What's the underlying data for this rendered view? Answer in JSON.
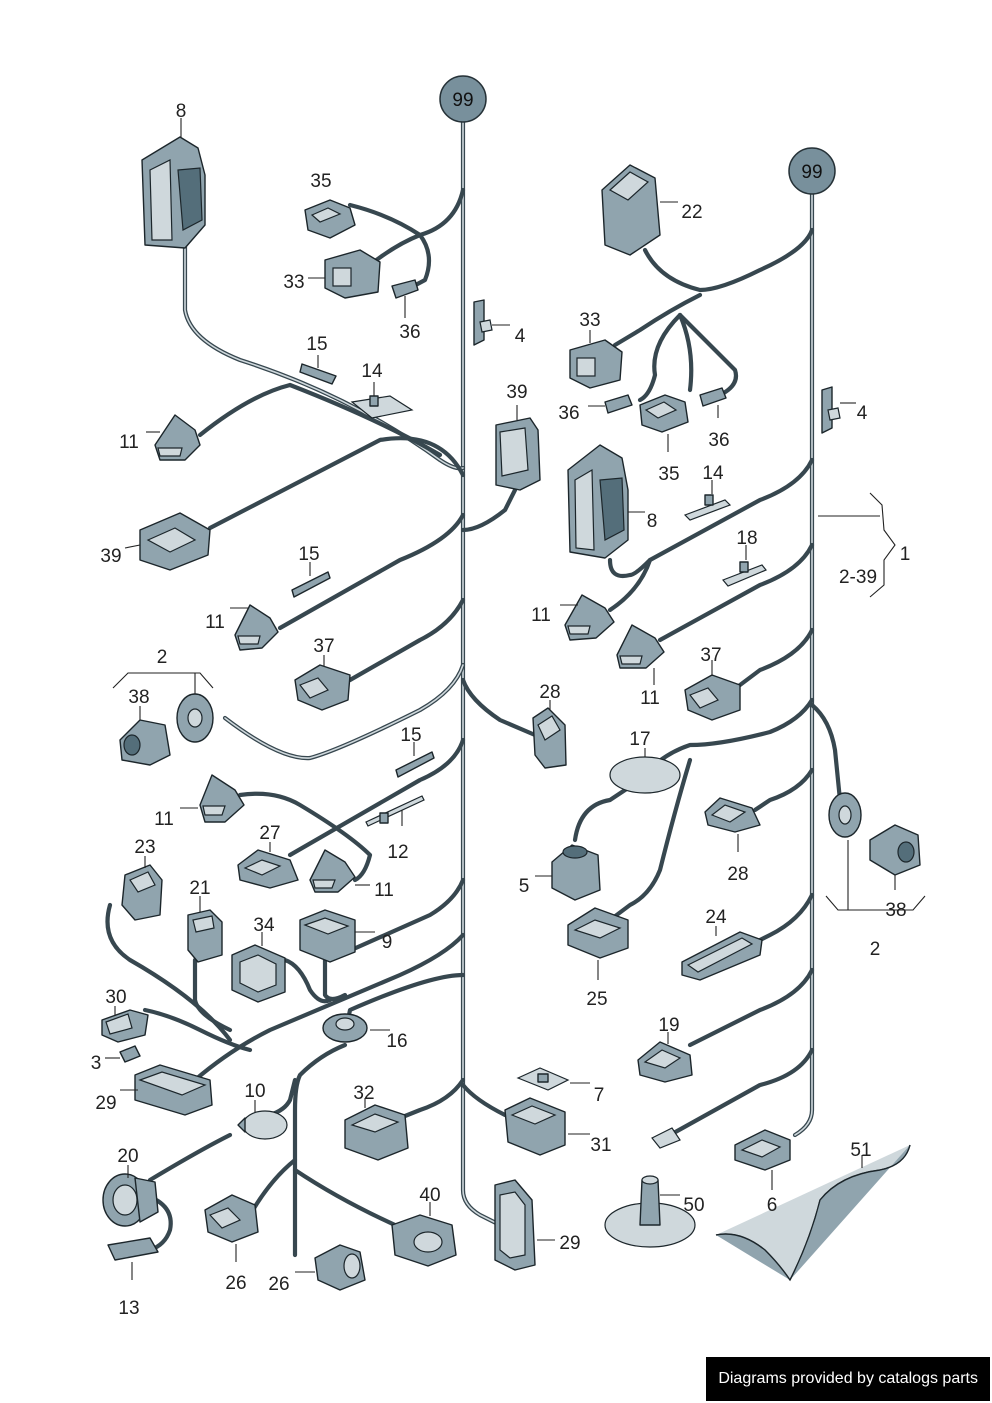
{
  "badges": {
    "left": "99",
    "right": "99"
  },
  "labels": {
    "l8": "8",
    "l35a": "35",
    "l33a": "33",
    "l36a": "36",
    "l4a": "4",
    "l15a": "15",
    "l14a": "14",
    "l11a": "11",
    "l39a": "39",
    "l39b": "39",
    "l15b": "15",
    "l11b": "11",
    "l37a": "37",
    "l2a": "2",
    "l38a": "38",
    "l15c": "15",
    "l11c": "11",
    "l12": "12",
    "l27": "27",
    "l11d": "11",
    "l23": "23",
    "l21": "21",
    "l34": "34",
    "l9": "9",
    "l30": "30",
    "l3": "3",
    "l29a": "29",
    "l16": "16",
    "l10": "10",
    "l20": "20",
    "l32": "32",
    "l7": "7",
    "l31": "31",
    "l13": "13",
    "l26a": "26",
    "l26b": "26",
    "l40": "40",
    "l29b": "29",
    "l50": "50",
    "l22": "22",
    "l33b": "33",
    "l36b": "36",
    "l36c": "36",
    "l35b": "35",
    "l4b": "4",
    "l14b": "14",
    "l8b": "8",
    "l1": "1",
    "l239": "2-39",
    "l18": "18",
    "l11e": "11",
    "l11f": "11",
    "l37b": "37",
    "l28a": "28",
    "l17": "17",
    "l5": "5",
    "l28b": "28",
    "l38b": "38",
    "l2b": "2",
    "l25": "25",
    "l24": "24",
    "l19": "19",
    "l6": "6",
    "l51": "51"
  },
  "footer": {
    "text": "Diagrams provided by catalogs parts"
  }
}
